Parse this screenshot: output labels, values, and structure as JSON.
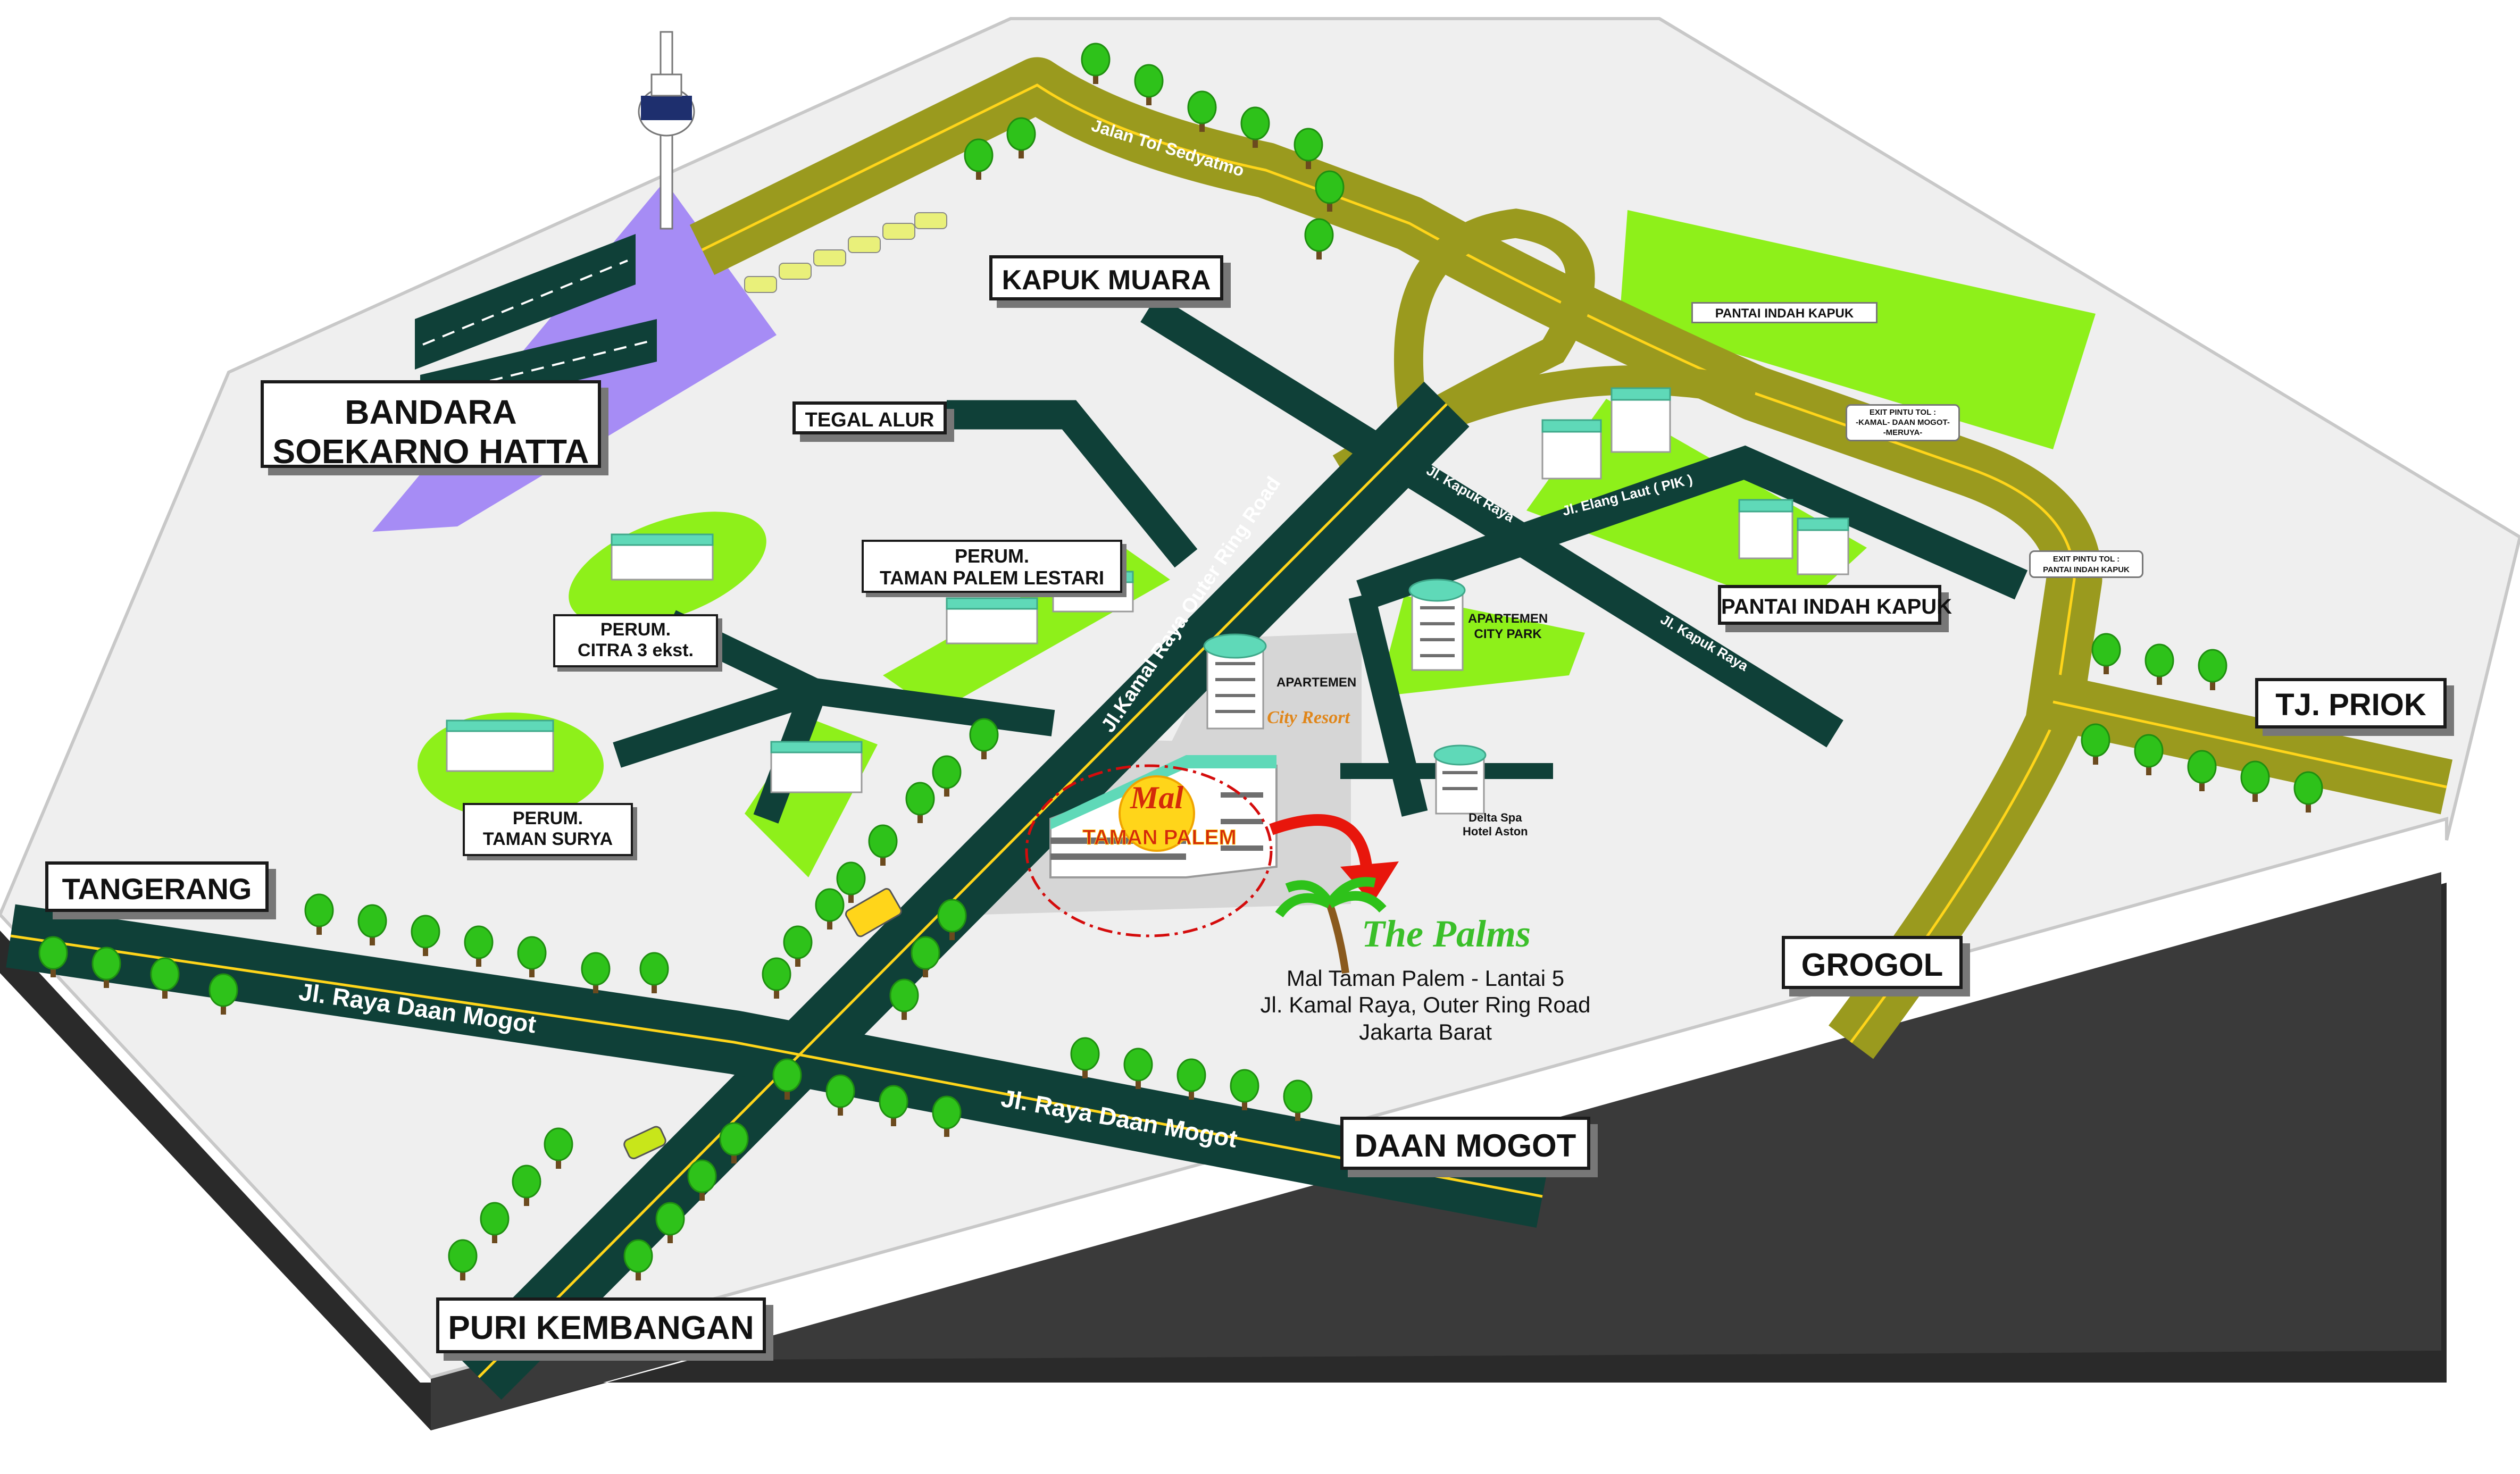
{
  "places": {
    "airport": "BANDARA\nSOEKARNO HATTA",
    "kapuk_muara": "KAPUK MUARA",
    "tegal_alur": "TEGAL  ALUR",
    "tangerang": "TANGERANG",
    "daan_mogot": "DAAN MOGOT",
    "puri_kembangan": "PURI KEMBANGAN",
    "grogol": "GROGOL",
    "tj_priok": "TJ. PRIOK",
    "pantai_indah_kapuk": "PANTAI INDAH KAPUK",
    "pantai_indah_kapuk_small": "PANTAI INDAH KAPUK"
  },
  "housing": {
    "citra": "PERUM.\nCITRA 3 ekst.",
    "taman_palem_lestari": "PERUM.\nTAMAN PALEM LESTARI",
    "taman_surya": "PERUM.\nTAMAN SURYA"
  },
  "buildings": {
    "apartemen_city_park": "APARTEMEN\nCITY PARK",
    "apartemen_city_resort": "APARTEMEN",
    "city_resort_logo": "City Resort",
    "delta_spa": "Delta Spa\nHotel Aston",
    "mal_logo_top": "Mal",
    "mal_logo_bottom": "TAMAN PALEM"
  },
  "exits": {
    "exit1": "EXIT PINTU TOL :\n-KAMAL- DAAN MOGOT-\n-MERUYA-",
    "exit2": "EXIT PINTU TOL :\nPANTAI INDAH KAPUK"
  },
  "roads": {
    "toll": "Jalan Tol Sedyatmo",
    "ring_road": "Jl.Kamal Raya Outer Ring Road",
    "daan_mogot_1": "Jl. Raya Daan Mogot",
    "daan_mogot_2": "Jl. Raya Daan Mogot",
    "kapuk_raya_1": "Jl. Kapuk Raya",
    "kapuk_raya_2": "Jl. Kapuk Raya",
    "elang_laut": "Jl. Elang Laut ( PIK )"
  },
  "destination": {
    "name": "The Palms",
    "line1": "Mal Taman Palem - Lantai 5",
    "line2": "Jl. Kamal Raya, Outer Ring Road",
    "line3": "Jakarta Barat"
  },
  "colors": {
    "ground": "#efefef",
    "road": "#0f4038",
    "toll": "#9a9a1e",
    "green": "#8ef01a",
    "airport": "#a68cf5",
    "arrow": "#e8160c"
  }
}
